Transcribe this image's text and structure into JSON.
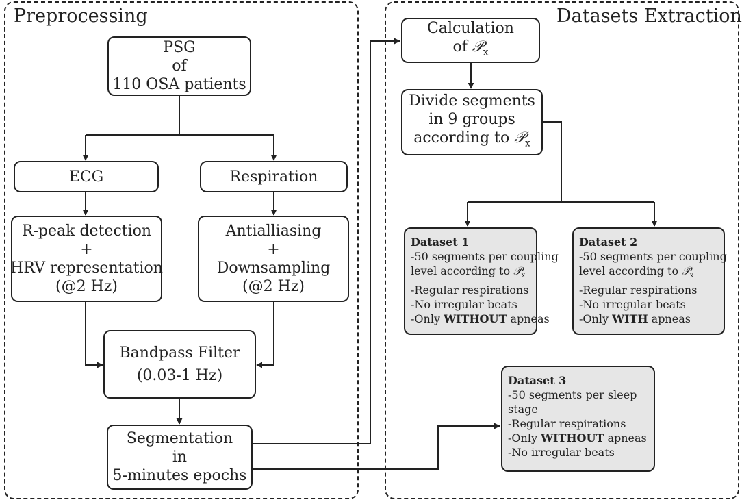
{
  "sections": {
    "preprocessing": "Preprocessing",
    "extraction": "Datasets Extraction"
  },
  "nodes": {
    "psg": [
      "PSG",
      "of",
      "110 OSA patients"
    ],
    "ecg": [
      "ECG"
    ],
    "respiration": [
      "Respiration"
    ],
    "rpeak": [
      "R-peak detection",
      "+",
      "HRV representation",
      "(@2 Hz)"
    ],
    "antialias": [
      "Antialliasing",
      "+",
      "Downsampling",
      "(@2 Hz)"
    ],
    "bandpass": [
      "Bandpass Filter",
      "(0.03-1 Hz)"
    ],
    "segmentation": [
      "Segmentation",
      "in",
      "5-minutes epochs"
    ],
    "calc": {
      "line1": "Calculation",
      "line2_prefix": "of "
    },
    "divide": {
      "line1": "Divide segments",
      "line2": "in 9 groups",
      "line3_prefix": "according to "
    }
  },
  "symbol": {
    "main": "𝒫",
    "sub": "x"
  },
  "datasets": {
    "ds1": {
      "title": "Dataset 1",
      "items": [
        {
          "text": "-50 segments per coupling"
        },
        {
          "text": "level according to ",
          "symbol": true
        },
        {
          "text": "-Regular respirations"
        },
        {
          "text": "-No irregular beats"
        },
        {
          "pre": "-Only ",
          "bold": "WITHOUT",
          "post": " apneas"
        }
      ]
    },
    "ds2": {
      "title": "Dataset 2",
      "items": [
        {
          "text": "-50 segments per coupling"
        },
        {
          "text": "level according to ",
          "symbol": true
        },
        {
          "text": "-Regular respirations"
        },
        {
          "text": "-No irregular beats"
        },
        {
          "pre": "-Only ",
          "bold": "WITH",
          "post": " apneas"
        }
      ]
    },
    "ds3": {
      "title": "Dataset 3",
      "items": [
        {
          "text": "-50 segments per sleep"
        },
        {
          "text": "stage"
        },
        {
          "text": "-Regular respirations"
        },
        {
          "pre": "-Only ",
          "bold": "WITHOUT",
          "post": " apneas"
        },
        {
          "text": "-No irregular beats"
        }
      ]
    }
  }
}
